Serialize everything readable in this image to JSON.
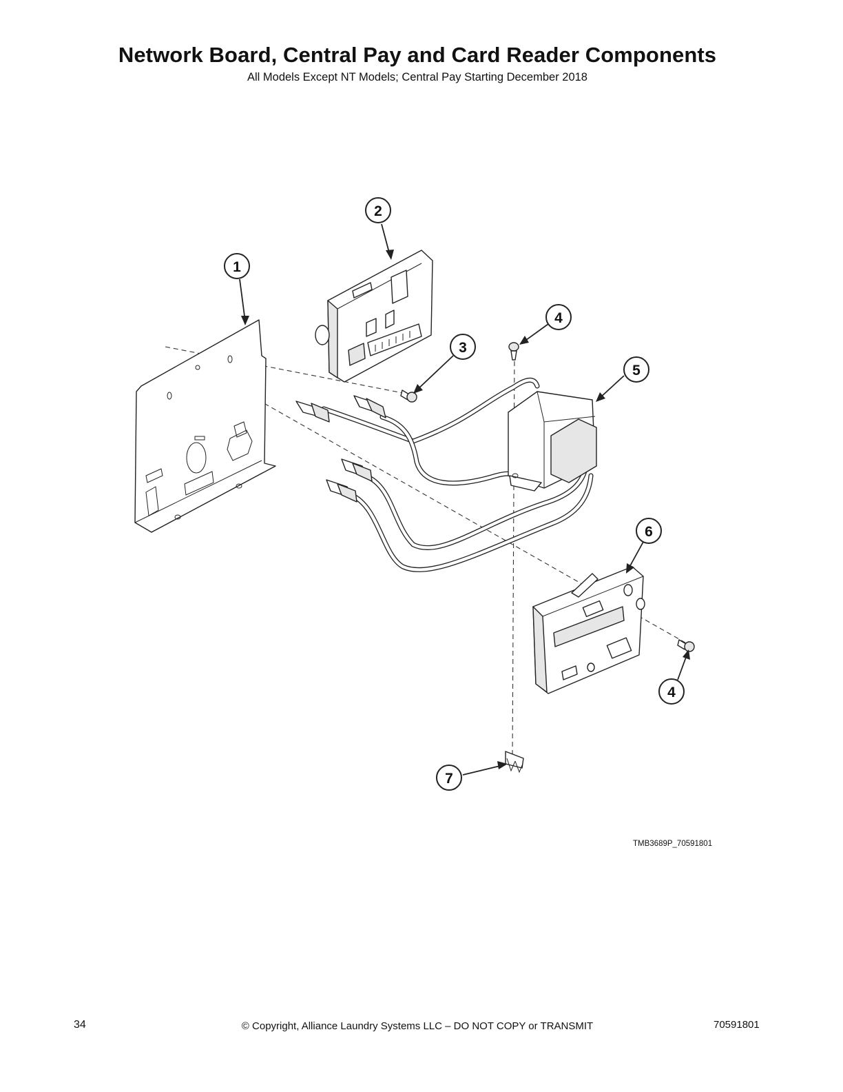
{
  "header": {
    "title": "Network Board, Central Pay and Card Reader Components",
    "subtitle": "All Models Except NT Models; Central Pay Starting December 2018"
  },
  "diagram": {
    "callouts": [
      {
        "label": "1"
      },
      {
        "label": "2"
      },
      {
        "label": "3"
      },
      {
        "label": "4"
      },
      {
        "label": "5"
      },
      {
        "label": "6"
      },
      {
        "label": "4"
      },
      {
        "label": "7"
      }
    ],
    "figure_code": "TMB3689P_70591801"
  },
  "footer": {
    "page_number": "34",
    "copyright": "© Copyright, Alliance Laundry Systems LLC – DO NOT COPY or TRANSMIT",
    "document_number": "70591801"
  }
}
